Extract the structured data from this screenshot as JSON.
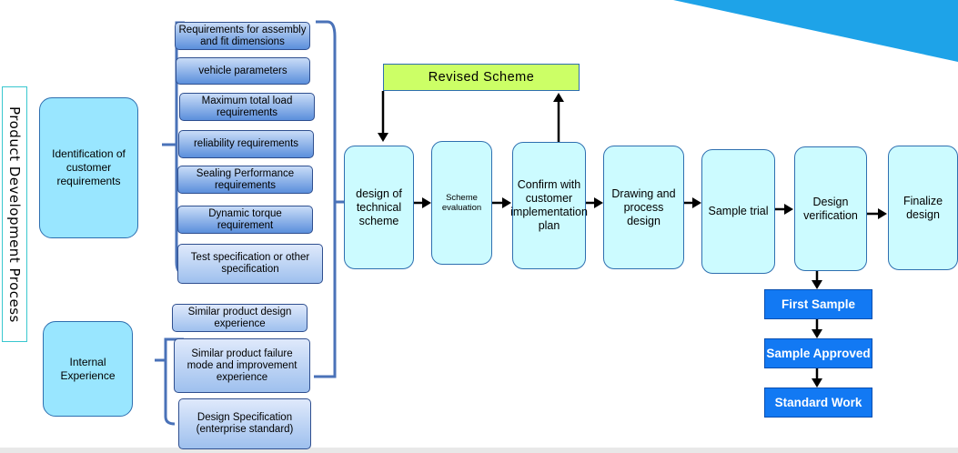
{
  "title": "Product Development Process",
  "groups": {
    "customer": "Identification of customer requirements",
    "internal": "Internal Experience"
  },
  "requirements": [
    "Requirements for assembly and fit dimensions",
    "vehicle parameters",
    "Maximum total load requirements",
    "reliability requirements",
    "Sealing Performance requirements",
    "Dynamic torque requirement",
    "Test specification or other specification"
  ],
  "experience": [
    "Similar product design experience",
    "Similar product failure mode and improvement experience",
    "Design Specification (enterprise standard)"
  ],
  "revised_scheme": "Revised Scheme",
  "steps": [
    "design of technical scheme",
    "Scheme evaluation",
    "Confirm with customer implementation plan",
    "Drawing and process design",
    "Sample trial",
    "Design verification",
    "Finalize design"
  ],
  "outputs": [
    "First Sample",
    "Sample Approved",
    "Standard Work"
  ],
  "colors": {
    "group_fill": "#99e6ff",
    "step_fill": "#ccfbff",
    "revised_fill": "#ccff66",
    "output_fill": "#1279f3",
    "bracket": "#4a72b8"
  }
}
